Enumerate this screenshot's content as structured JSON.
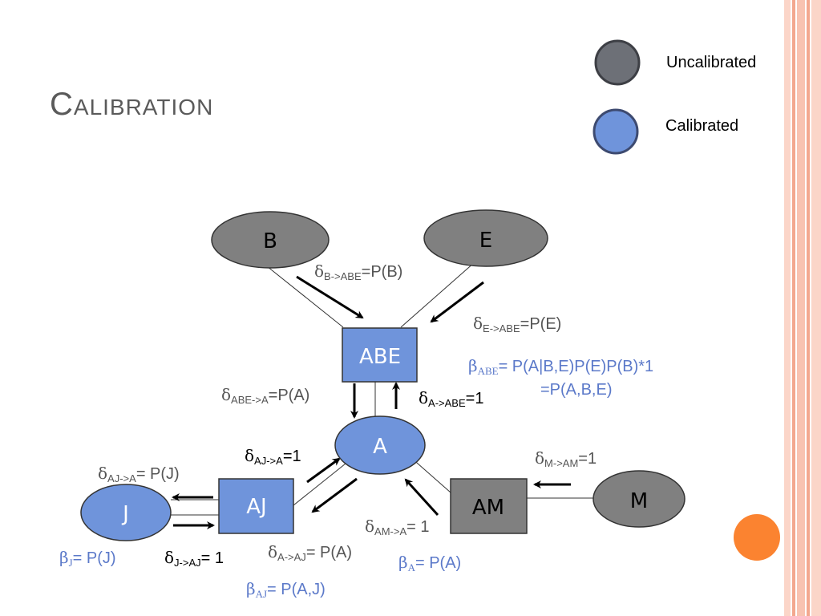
{
  "slide": {
    "title": "Calibration"
  },
  "legend": {
    "uncalibrated": {
      "label": "Uncalibrated",
      "color": "#6d7077"
    },
    "calibrated": {
      "label": "Calibrated",
      "color": "#6f94db"
    }
  },
  "colors": {
    "gray_node": "#808080",
    "blue_node": "#6f94db",
    "accent_circle": "#fb8330",
    "stripe": "#f8c3b1"
  },
  "nodes": {
    "B": "B",
    "E": "E",
    "ABE": "ABE",
    "A": "A",
    "AJ": "AJ",
    "J": "J",
    "AM": "AM",
    "M": "M"
  },
  "labels": {
    "delta_b_abe": {
      "greek": "δ",
      "sub": "B->ABE",
      "text": "=P(B)"
    },
    "delta_e_abe": {
      "greek": "δ",
      "sub": "E->ABE",
      "text": "=P(E)"
    },
    "beta_abe_1": {
      "greek": "β",
      "sub": "ABE",
      "text": "= P(A|B,E)P(E)P(B)*1"
    },
    "beta_abe_2": {
      "text": "=P(A,B,E)"
    },
    "delta_abe_a": {
      "greek": "δ",
      "sub": "ABE->A",
      "text": "=P(A)"
    },
    "delta_a_abe": {
      "greek": "δ",
      "sub": "A->ABE",
      "text": "=1"
    },
    "delta_aj_a_left": {
      "greek": "δ",
      "sub": "AJ->A",
      "text": "= P(J)"
    },
    "delta_aj_a": {
      "greek": "δ",
      "sub": "AJ->A",
      "text": "=1"
    },
    "delta_m_am": {
      "greek": "δ",
      "sub": "M->AM",
      "text": "=1"
    },
    "delta_am_a": {
      "greek": "δ",
      "sub": "AM->A",
      "text": "= 1"
    },
    "delta_a_aj": {
      "greek": "δ",
      "sub": "A->AJ",
      "text": "= P(A)"
    },
    "beta_j": {
      "greek": "β",
      "sub": "J",
      "text": "= P(J)"
    },
    "delta_j_aj": {
      "greek": "δ",
      "sub": "J->AJ",
      "text": "= 1"
    },
    "beta_a": {
      "greek": "β",
      "sub": "A",
      "text": "= P(A)"
    },
    "beta_aj": {
      "greek": "β",
      "sub": "AJ",
      "text": "= P(A,J)"
    }
  }
}
